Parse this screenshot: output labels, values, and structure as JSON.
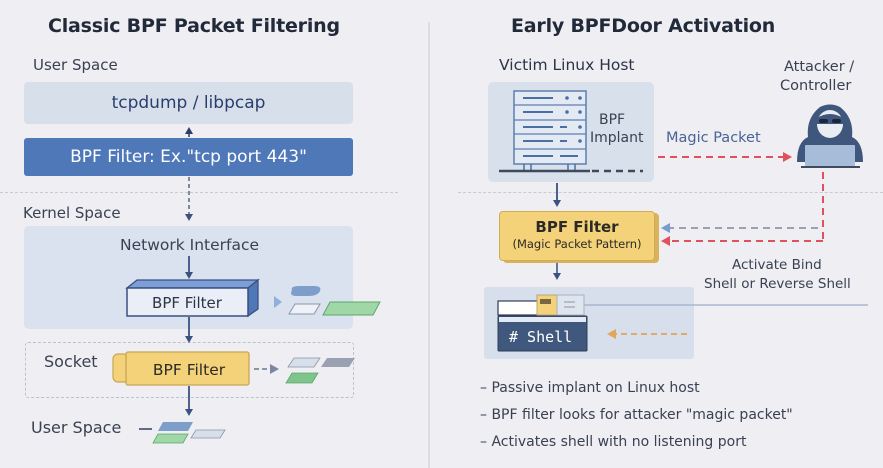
{
  "left_panel": {
    "title": "Classic BPF Packet Filtering",
    "user_space_label": "User Space",
    "tcpdump_box": "tcpdump / libpcap",
    "bpf_example_box": "BPF Filter: Ex.\"tcp port 443\"",
    "kernel_space_label": "Kernel Space",
    "network_interface_label": "Network Interface",
    "kernel_bpf_filter": "BPF Filter",
    "socket_label": "Socket",
    "socket_bpf_filter": "BPF Filter",
    "bottom_user_space_label": "User Space"
  },
  "right_panel": {
    "title": "Early BPFDoor Activation",
    "victim_label": "Victim Linux Host",
    "implant_label_line1": "BPF",
    "implant_label_line2": "Implant",
    "attacker_label_line1": "Attacker /",
    "attacker_label_line2": "Controller",
    "magic_packet_label": "Magic Packet",
    "bpf_filter_title": "BPF Filter",
    "bpf_filter_subtitle": "(Magic Packet Pattern)",
    "activate_line1": "Activate Bind",
    "activate_line2": "Shell or Reverse Shell",
    "shell_label": "# Shell",
    "bullets": [
      "– Passive implant on Linux host",
      "– BPF filter looks for attacker \"magic packet\"",
      "– Activates shell with no listening port"
    ]
  },
  "colors": {
    "background": "#eeeef3",
    "accent_blue": "#4f78b8",
    "dark_navy": "#3b5180",
    "filter_yellow": "#f3d27a",
    "packet_red": "#e0515e",
    "packet_green": "#98d3a0",
    "shell_dark": "#41587e",
    "return_orange": "#e3a55a"
  }
}
